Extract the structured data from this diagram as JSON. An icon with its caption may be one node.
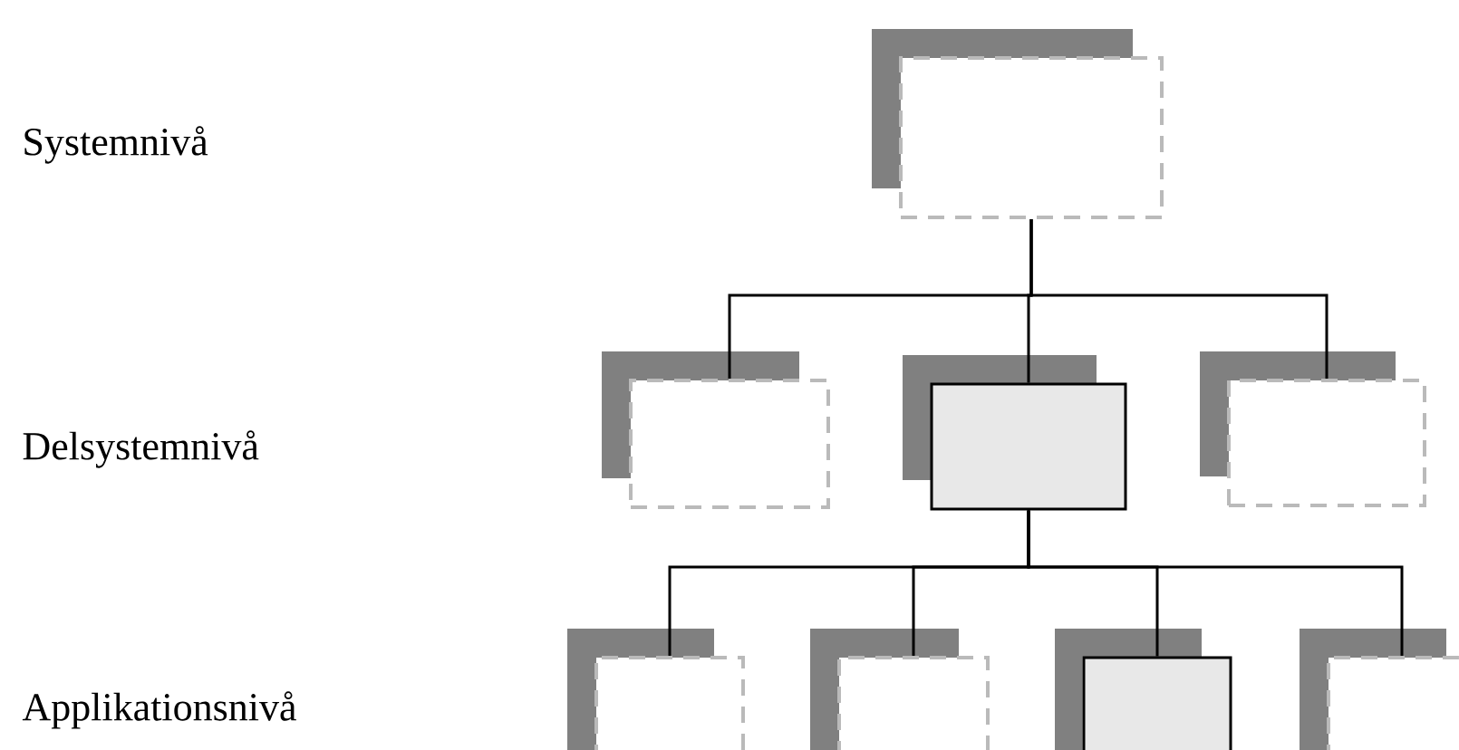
{
  "diagram": {
    "nodes": [
      {
        "text": [],
        "shape": "box"
      },
      {
        "text": [],
        "shape": "box"
      },
      {
        "text": [],
        "shape": "box"
      },
      {
        "text": [],
        "shape": "box"
      },
      {
        "text": [],
        "shape": "box"
      },
      {
        "text": [],
        "shape": "box"
      },
      {
        "text": [],
        "shape": "box"
      },
      {
        "text": [],
        "shape": "box"
      }
    ],
    "edges": [
      {
        "from": 0,
        "to": 1,
        "arrow": "none"
      },
      {
        "from": 0,
        "to": 2,
        "arrow": "none"
      },
      {
        "from": 0,
        "to": 3,
        "arrow": "none"
      },
      {
        "from": 2,
        "to": 4,
        "arrow": "none"
      },
      {
        "from": 2,
        "to": 5,
        "arrow": "none"
      },
      {
        "from": 2,
        "to": 6,
        "arrow": "none"
      },
      {
        "from": 2,
        "to": 7,
        "arrow": "none"
      }
    ],
    "labels": [
      "Systemnivå",
      "Delsystemnivå",
      "Applikationsnivå"
    ]
  }
}
